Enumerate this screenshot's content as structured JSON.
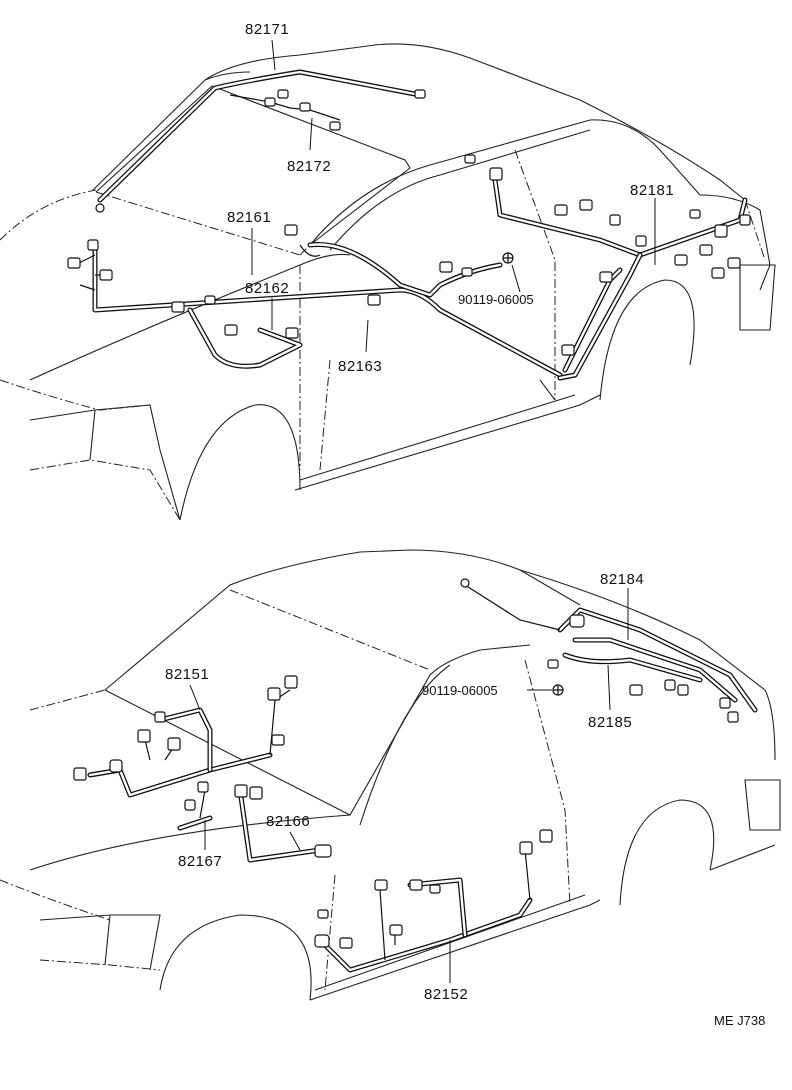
{
  "labels": {
    "p82171": "82171",
    "p82172": "82172",
    "p82161": "82161",
    "p82162": "82162",
    "p82163": "82163",
    "p82181": "82181",
    "bolt_upper": "90119-06005",
    "p82184": "82184",
    "bolt_lower": "90119-06005",
    "p82185": "82185",
    "p82151": "82151",
    "p82166": "82166",
    "p82167": "82167",
    "p82152": "82152"
  },
  "footer": {
    "code": "ME J738"
  }
}
